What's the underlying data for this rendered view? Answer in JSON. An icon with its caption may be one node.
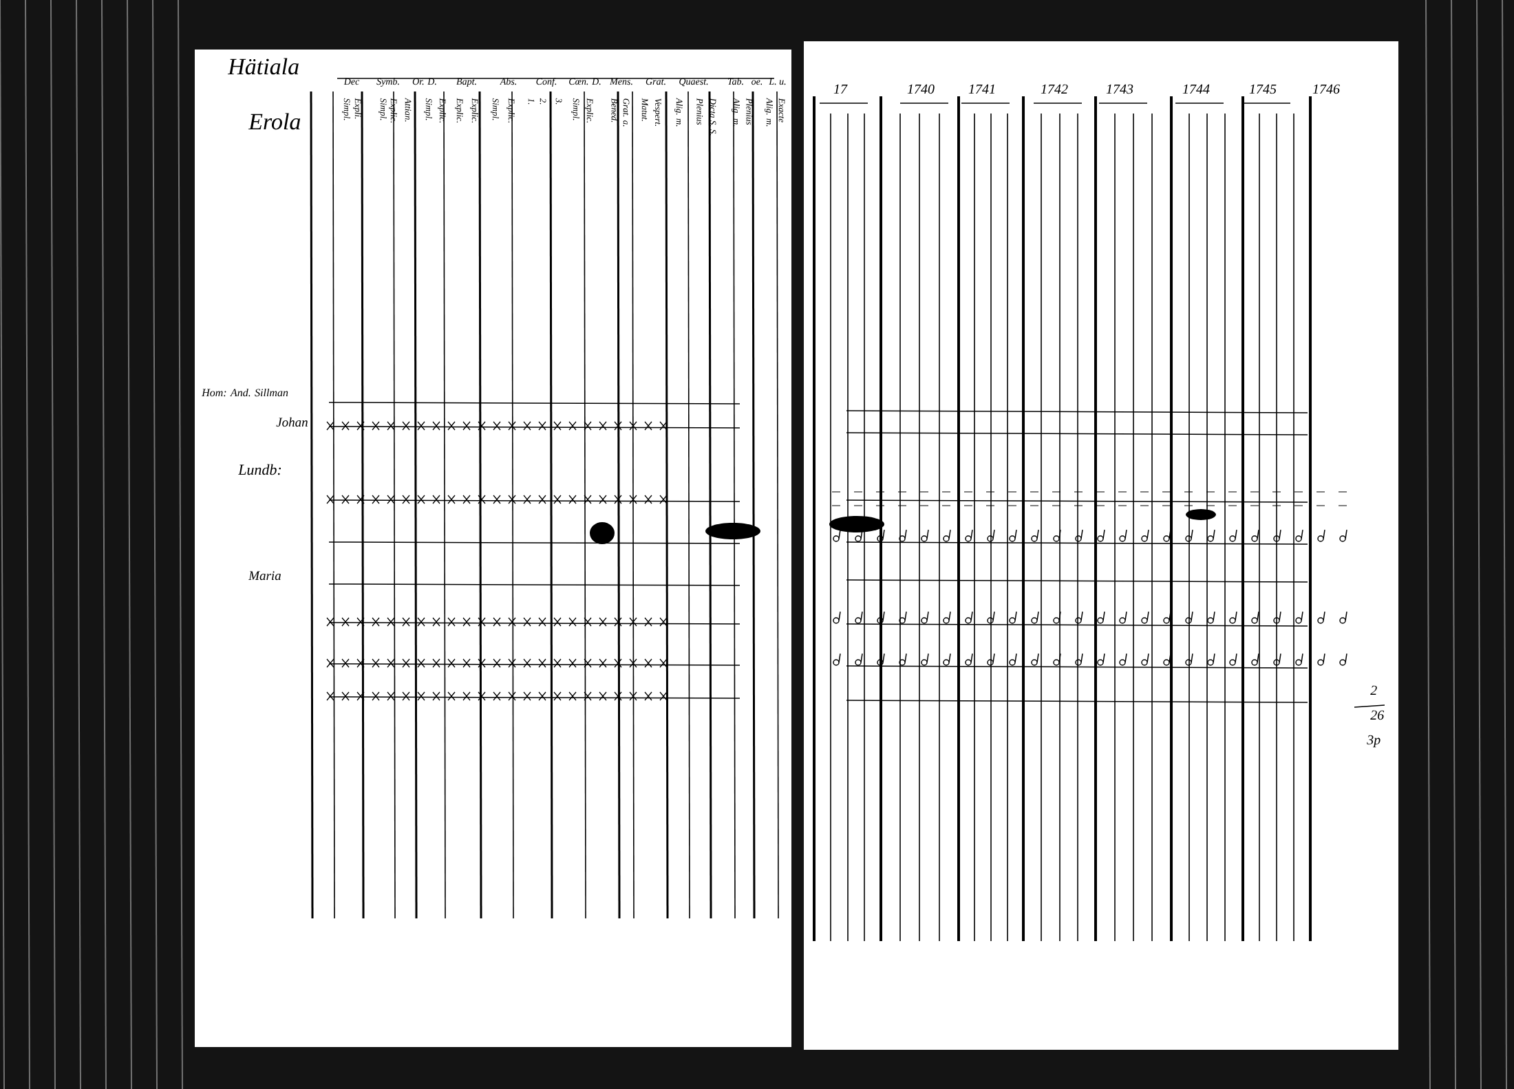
{
  "diagram": {
    "labels": [
      "Hätiala",
      "Erola",
      "Dec",
      "Symb.",
      "Or. D.",
      "Bapt.",
      "Abs.",
      "Conf.",
      "Cœn. D.",
      "Mens.",
      "Grat.",
      "Quaest.",
      "Tab.",
      "oe.",
      "L. u.",
      "Simpl.",
      "Expli.",
      "Simpl.",
      "Explic.",
      "Attian.",
      "Simpl.",
      "Explic.",
      "Explic.",
      "Explic.",
      "Simpl.",
      "Explic.",
      "1.",
      "2.",
      "3.",
      "Simpl.",
      "Explic.",
      "Bened.",
      "Grat. a.",
      "Matut.",
      "Vespert.",
      "Alig. m.",
      "Plenius",
      "Dicta S. S.",
      "Alig. m.",
      "Plenius",
      "Alig. m.",
      "Exacte",
      "17",
      "1740",
      "1741",
      "1742",
      "1743",
      "1744",
      "1745",
      "1746",
      "Hom: And. Sillman",
      "Johan",
      "Lundb:",
      "Maria",
      "2",
      "26",
      "3p"
    ]
  }
}
